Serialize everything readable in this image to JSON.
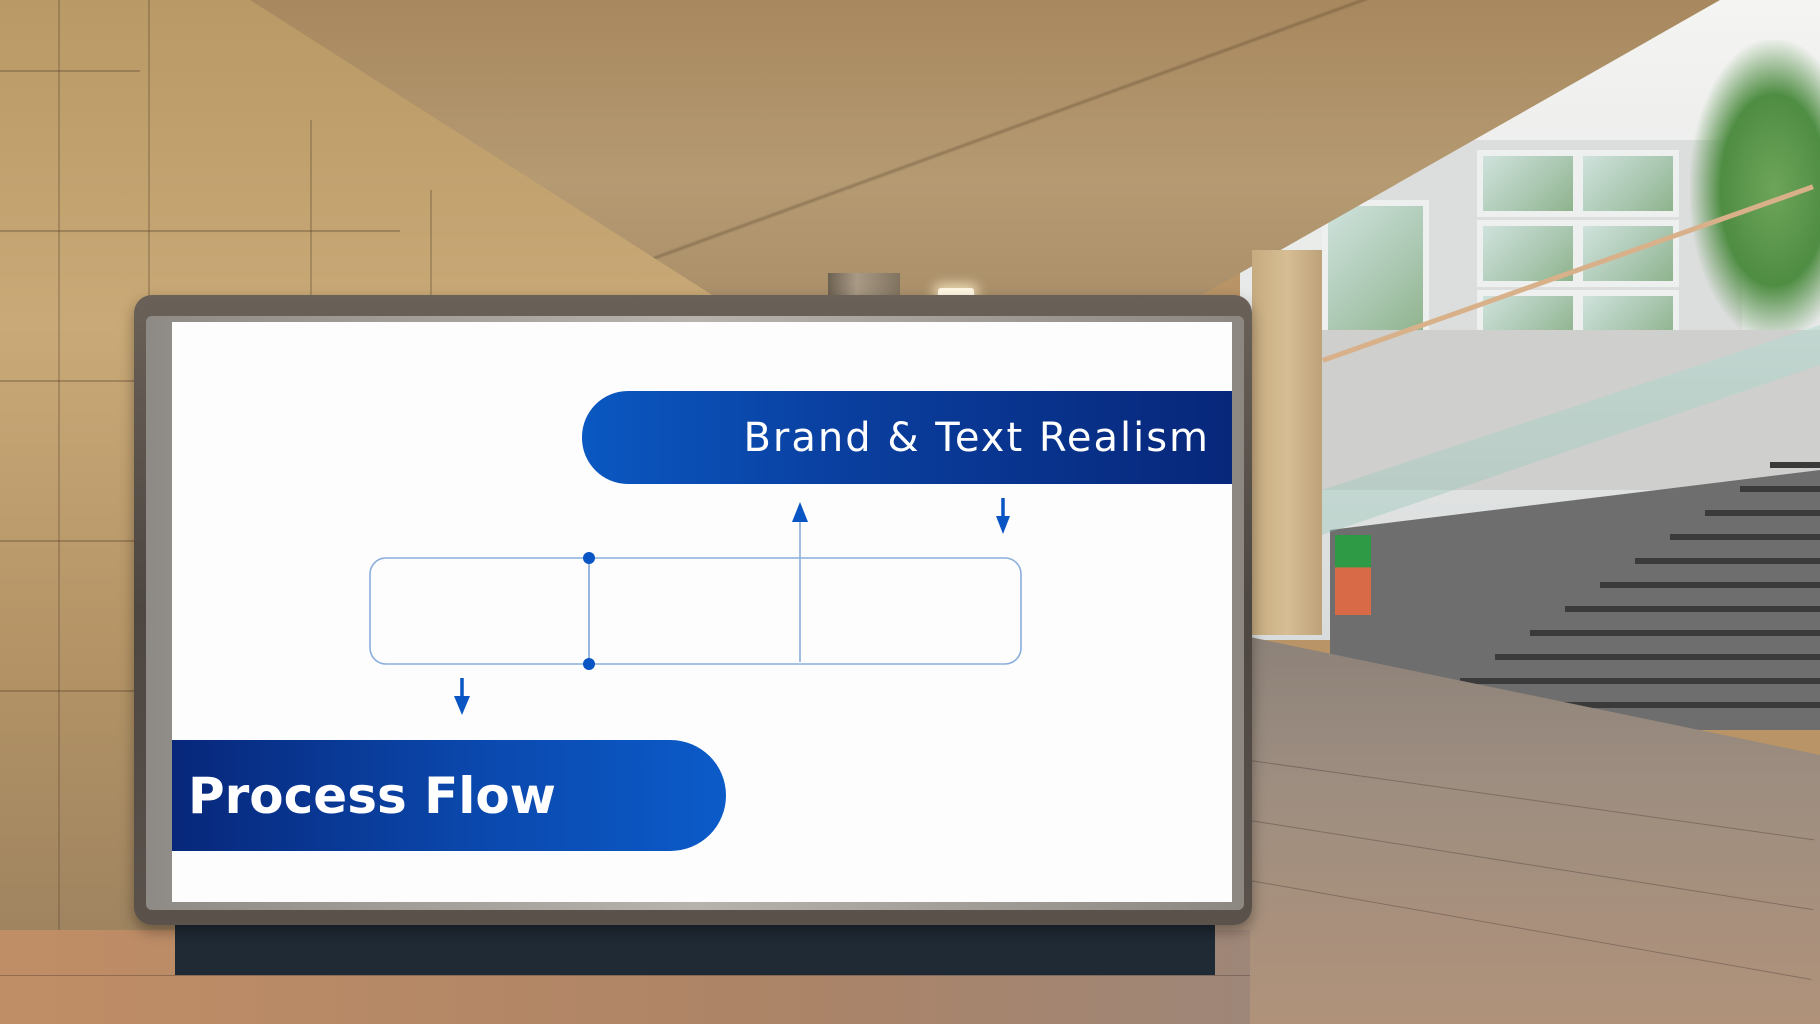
{
  "scene": {
    "description": "Illuminated billboard in a covered stone walkway next to an outdoor staircase",
    "colors": {
      "pill_dark": "#07277a",
      "pill_light": "#0b5bc9",
      "diagram_line": "#8aaedc",
      "diagram_accent": "#0a55c4",
      "panel_bg": "#fdfdfd",
      "frame": "#4d4641",
      "plinth": "#1f2a35"
    }
  },
  "billboard": {
    "top_banner": {
      "label": "Brand & Text Realism"
    },
    "bottom_banner": {
      "label": "Process Flow"
    },
    "diagram": {
      "box": {
        "shape": "rounded-rectangle",
        "segments": 3
      },
      "nodes": [
        "top-junction-dot",
        "bottom-junction-dot"
      ],
      "arrows": [
        {
          "name": "arrow-up",
          "direction": "up"
        },
        {
          "name": "arrow-down-right",
          "direction": "down"
        },
        {
          "name": "arrow-down-left",
          "direction": "down"
        }
      ]
    }
  }
}
